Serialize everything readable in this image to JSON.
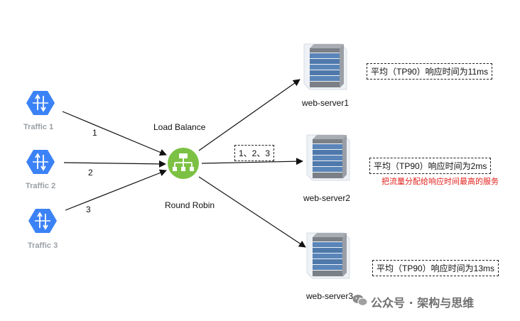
{
  "traffic": [
    {
      "label": "Traffic 1",
      "edge_label": "1"
    },
    {
      "label": "Traffic 2",
      "edge_label": "2"
    },
    {
      "label": "Traffic 3",
      "edge_label": "3"
    }
  ],
  "balancer": {
    "title": "Load Balance",
    "algorithm": "Round Robin",
    "dispatch_label": "1、2、3"
  },
  "servers": [
    {
      "name": "web-server1",
      "metric": "平均（TP90）响应时间为11ms"
    },
    {
      "name": "web-server2",
      "metric": "平均（TP90）响应时间为2ms",
      "note": "把流量分配给响应时间最高的服务"
    },
    {
      "name": "web-server3",
      "metric": "平均（TP90）响应时间为13ms"
    }
  ],
  "watermark": "公众号 · 架构与思维",
  "colors": {
    "traffic_icon": "#3b82f6",
    "balancer_icon": "#7cc144",
    "note_text": "#e0201b",
    "server_blue": "#5a85b8"
  }
}
